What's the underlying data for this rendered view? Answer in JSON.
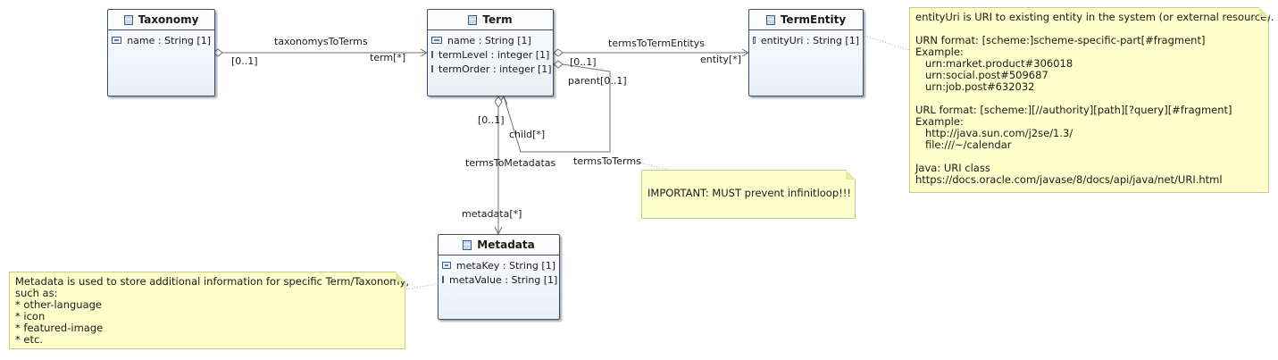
{
  "classes": {
    "taxonomy": {
      "name": "Taxonomy",
      "attrs": [
        "name : String [1]"
      ]
    },
    "term": {
      "name": "Term",
      "attrs": [
        "name : String [1]",
        "termLevel : integer [1]",
        "termOrder : integer [1]"
      ]
    },
    "termentity": {
      "name": "TermEntity",
      "attrs": [
        "entityUri : String [1]"
      ]
    },
    "metadata": {
      "name": "Metadata",
      "attrs": [
        "metaKey : String [1]",
        "metaValue : String [1]"
      ]
    }
  },
  "associations": {
    "taxonomys_to_terms": {
      "name": "taxonomysToTerms",
      "source_mult": "[0..1]",
      "target_role": "term[*]"
    },
    "terms_to_termentitys": {
      "name": "termsToTermEntitys",
      "source_mult": "[0..1]",
      "target_role": "entity[*]"
    },
    "terms_to_terms": {
      "name": "termsToTerms",
      "parent_role": "parent[0..1]",
      "child_role": "child[*]"
    },
    "terms_to_metadatas": {
      "name": "termsToMetadatas",
      "source_mult": "[0..1]",
      "target_role": "metadata[*]"
    }
  },
  "notes": {
    "uri_note": "entityUri is URI to existing entity in the system (or external resource).\n\nURN format: [scheme:]scheme-specific-part[#fragment]\nExample:\n   urn:market.product#306018\n   urn:social.post#509687\n   urn:job.post#632032\n\nURL format: [scheme:][//authority][path][?query][#fragment]\nExample:\n   http://java.sun.com/j2se/1.3/\n   file:///~/calendar\n\nJava: URI class\nhttps://docs.oracle.com/javase/8/docs/api/java/net/URI.html",
    "loop_note": "IMPORTANT: MUST prevent infinitloop!!!",
    "metadata_note": "Metadata is used to store additional information for specific Term/Taxonomy,\nsuch as:\n* other-language\n* icon\n* featured-image\n* etc."
  }
}
